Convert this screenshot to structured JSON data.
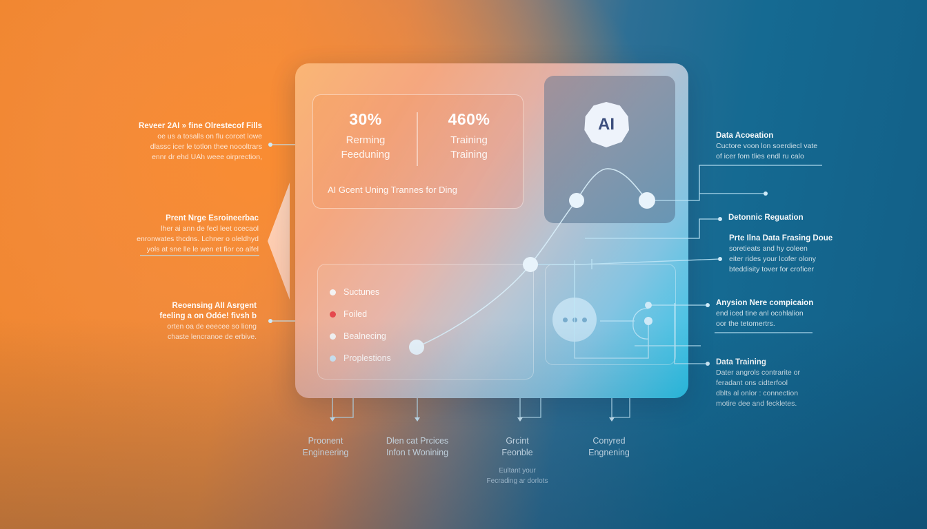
{
  "colors": {
    "background_left": "#f0862f",
    "background_right": "#125e86",
    "connector": "#bfe6f7",
    "legend_white": "#f3f3f3",
    "legend_red": "#e5484d",
    "legend_light_blue": "#cfe6f5",
    "ai_text": "#3d4f7e"
  },
  "main_card": {
    "stats": [
      {
        "value": "30%",
        "label_line1": "Rerming",
        "label_line2": "Feeduning"
      },
      {
        "value": "460%",
        "label_line1": "Training",
        "label_line2": "Training"
      }
    ],
    "caption": "AI Gcent Uning Trannes for Ding",
    "ai_badge": {
      "label": "AI",
      "icon": "octagon-badge-icon"
    },
    "legend": [
      {
        "label": "Suctunes",
        "color": "#f3f3f3"
      },
      {
        "label": "Foiled",
        "color": "#e5484d"
      },
      {
        "label": "Bealnecing",
        "color": "#f3f3f3"
      },
      {
        "label": "Proplestions",
        "color": "#cfe6f5"
      }
    ],
    "chat_icon": "chat-bubble-icon"
  },
  "left_notes": [
    {
      "title": "Reveer 2AI » fine Olrestecof Fills",
      "body": [
        "oe us a tosalls on flu corcet lowe",
        "dlassc icer le totlon thee noooltrars",
        "ennr dr ehd UAh weee oirprection,"
      ]
    },
    {
      "title": "Prent Nrge Esroineerbac",
      "body": [
        "lher ai ann de fecl leet ocecaol",
        "enronwates thcdns. Lchner o oleldhyd",
        "yols at sne lle le wen et fior co alfel"
      ]
    },
    {
      "title": "Reoensing AII Asrgent",
      "body": [
        "feeling a on Odóe! fivsh b",
        "orten oa de eeecee so liong",
        "chaste lencranoe de erbive."
      ]
    }
  ],
  "right_notes": [
    {
      "title": "Data Acoeation",
      "body": [
        "Cuctore voon lon soerdiecl vate",
        "of icer fom tlies endl ru calo"
      ]
    },
    {
      "title": "Detonnic Reguation",
      "body": []
    },
    {
      "title": "Prte Ilna Data Frasing Doue",
      "body": [
        "soretieats and hy coleen",
        "eiter rides your lcofer olony",
        "bteddisity tover for croficer"
      ]
    },
    {
      "title": "Anysion Nere compicaion",
      "body": [
        "end iced tine anl ocohlalion",
        "oor the tetomertrs."
      ]
    },
    {
      "title": "Data Training",
      "body": [
        "Dater angrols contrarite or",
        "feradant ons cidterfool",
        "dblts al onlor : connection",
        "motire dee and feckletes."
      ]
    }
  ],
  "bottom_labels": [
    {
      "line1": "Proonent",
      "line2": "Engineering",
      "sub": []
    },
    {
      "line1": "Dlen cat Prcices",
      "line2": "Infon t Wonining",
      "sub": []
    },
    {
      "line1": "Grcint",
      "line2": "Feonble",
      "sub": [
        "Eultant your",
        "Fecrading ar dorlots"
      ]
    },
    {
      "line1": "Conyred",
      "line2": "Engnening",
      "sub": []
    }
  ]
}
